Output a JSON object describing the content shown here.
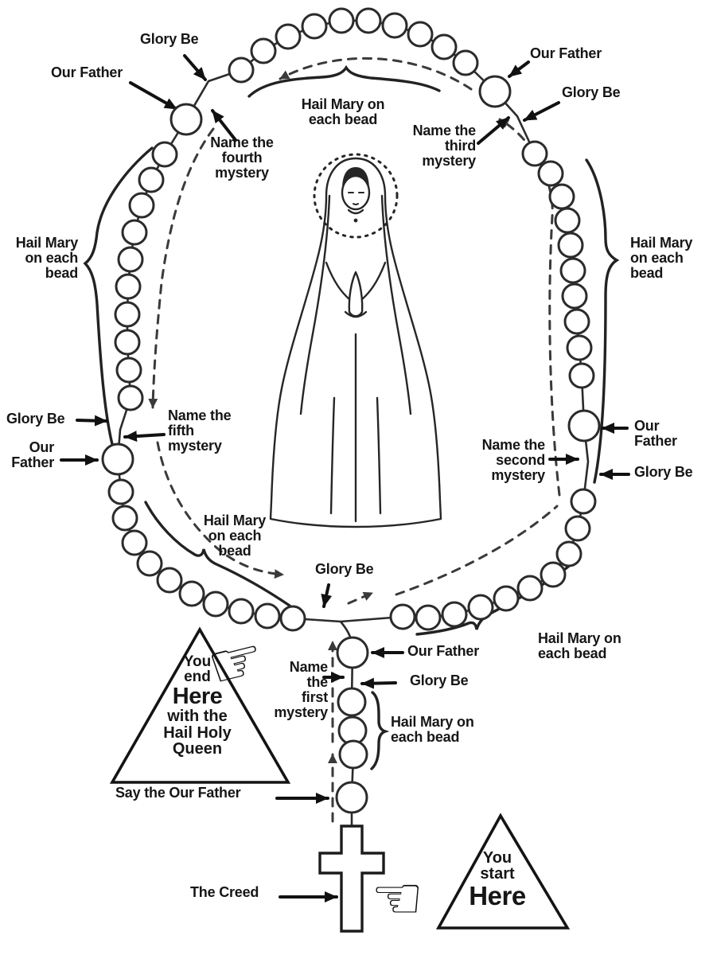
{
  "colors": {
    "ink": "#161616",
    "chain": "#2b2b2b",
    "dashed": "#3a3a3a",
    "background": "#ffffff"
  },
  "icons": {
    "hand_right": "☞",
    "hand_left": "☜"
  },
  "labels": {
    "glory_be_top_left": [
      "Glory Be"
    ],
    "our_father_top_left": [
      "Our Father"
    ],
    "name_fourth_mystery": [
      "Name the",
      "fourth",
      "mystery"
    ],
    "hail_mary_top": [
      "Hail Mary on",
      "each bead"
    ],
    "our_father_top_right": [
      "Our Father"
    ],
    "glory_be_top_right": [
      "Glory Be"
    ],
    "name_third_mystery": [
      "Name the",
      "third",
      "mystery"
    ],
    "hail_mary_left": [
      "Hail Mary",
      "on each",
      "bead"
    ],
    "hail_mary_right": [
      "Hail Mary",
      "on each",
      "bead"
    ],
    "glory_be_left": [
      "Glory Be"
    ],
    "our_father_left": [
      "Our",
      "Father"
    ],
    "name_fifth_mystery": [
      "Name the",
      "fifth",
      "mystery"
    ],
    "our_father_right": [
      "Our",
      "Father"
    ],
    "glory_be_right": [
      "Glory Be"
    ],
    "name_second_mystery": [
      "Name the",
      "second",
      "mystery"
    ],
    "hail_mary_lower_left": [
      "Hail Mary",
      "on each",
      "bead"
    ],
    "glory_be_bottom": [
      "Glory Be"
    ],
    "hail_mary_lower_right": [
      "Hail Mary on",
      "each bead"
    ],
    "our_father_pendant": [
      "Our Father"
    ],
    "glory_be_pendant": [
      "Glory Be"
    ],
    "name_first_mystery": [
      "Name",
      "the",
      "first",
      "mystery"
    ],
    "hail_mary_pendant": [
      "Hail Mary on",
      "each bead"
    ],
    "say_our_father": [
      "Say the Our Father"
    ],
    "the_creed": [
      "The Creed"
    ],
    "end_triangle": [
      "You",
      "end",
      "Here",
      "with the",
      "Hail Holy",
      "Queen"
    ],
    "start_triangle": [
      "You",
      "start",
      "Here"
    ]
  }
}
